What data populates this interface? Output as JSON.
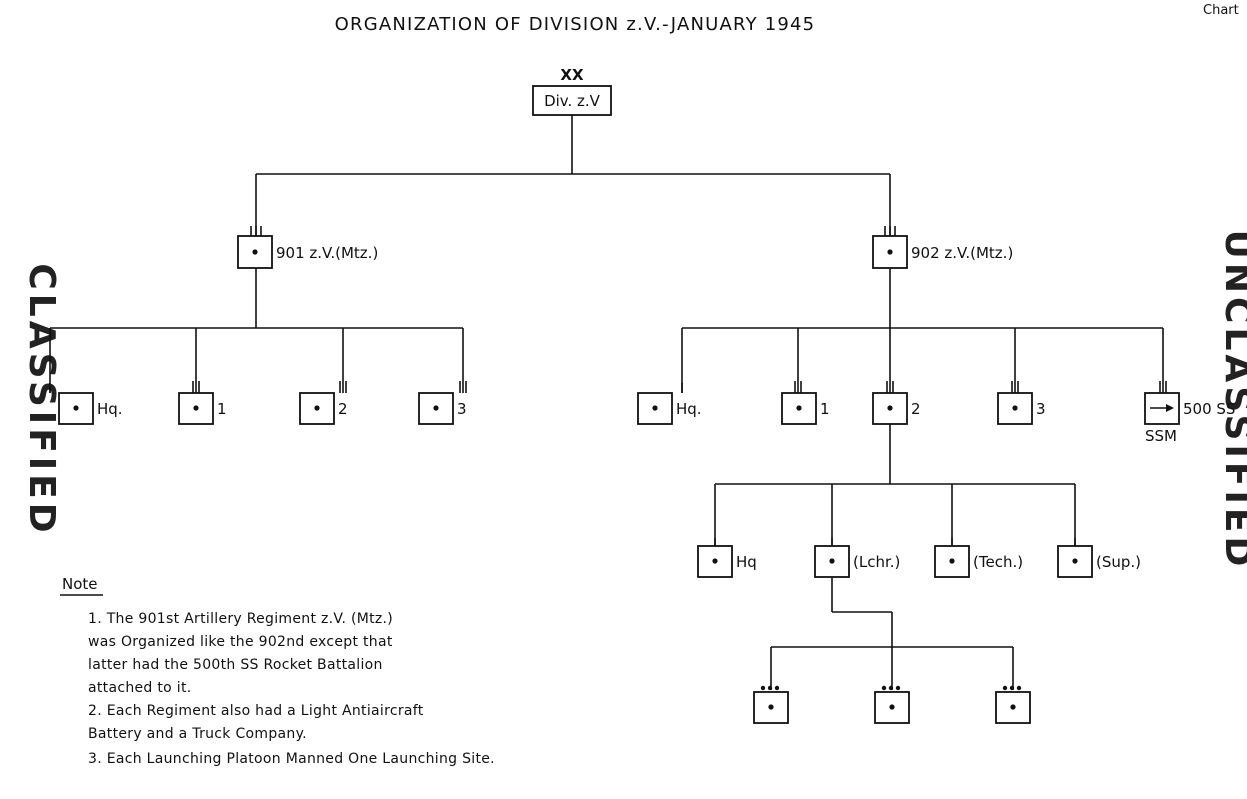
{
  "header": {
    "title": "ORGANIZATION OF DIVISION z.V.-JANUARY 1945",
    "corner_label": "Chart"
  },
  "stamps": {
    "left": "CLASSIFIED",
    "right": "UNCLASSIFIED"
  },
  "units": {
    "division": {
      "echelon": "XX",
      "label": "Div. z.V"
    },
    "regiment_901": {
      "label": "901 z.V.(Mtz.)"
    },
    "regiment_902": {
      "label": "902 z.V.(Mtz.)"
    },
    "r901_hq": {
      "label": "Hq."
    },
    "r901_bn1": {
      "label": "1"
    },
    "r901_bn2": {
      "label": "2"
    },
    "r901_bn3": {
      "label": "3"
    },
    "r902_hq": {
      "label": "Hq."
    },
    "r902_bn1": {
      "label": "1"
    },
    "r902_bn2": {
      "label": "2"
    },
    "r902_bn3": {
      "label": "3"
    },
    "r902_ss500": {
      "label": "500 SS",
      "sublabel": "SSM"
    },
    "bn2_hq": {
      "label": "Hq"
    },
    "bn2_lchr": {
      "label": "(Lchr.)"
    },
    "bn2_tech": {
      "label": "(Tech.)"
    },
    "bn2_sup": {
      "label": "(Sup.)"
    }
  },
  "note": {
    "title": "Note",
    "lines": [
      "1. The 901st Artillery Regiment z.V. (Mtz.)",
      "was Organized like the 902nd except that",
      "latter had the 500th SS Rocket Battalion",
      "attached to it.",
      "2. Each Regiment also had a Light Antiaircraft",
      "Battery and a Truck Company.",
      "3. Each Launching Platoon Manned One Launching Site."
    ]
  }
}
